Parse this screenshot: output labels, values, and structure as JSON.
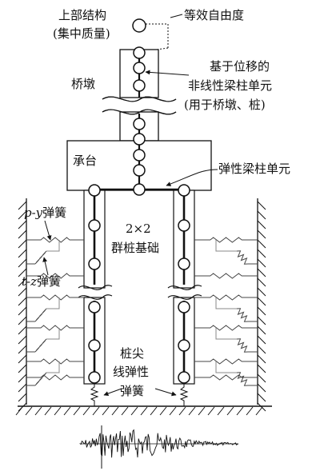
{
  "labels": {
    "superstructure_line1": "上部结构",
    "superstructure_line2": "(集中质量)",
    "equivalent_dof": "等效自由度",
    "pier": "桥墩",
    "nonlinear_line1": "基于位移的",
    "nonlinear_line2": "非线性梁柱单元",
    "nonlinear_line3": "(用于桥墩、桩)",
    "pile_cap": "承台",
    "elastic_beam": "弹性梁柱单元",
    "py_spring_prefix": "p-y",
    "py_spring_suffix": "弹簧",
    "tz_spring_prefix": "t-z",
    "tz_spring_suffix": "弹簧",
    "group_line1": "2×2",
    "group_line2": "群桩基础",
    "tip_line1": "桩尖",
    "tip_line2": "线弹性",
    "tip_line3": "弹簧"
  },
  "colors": {
    "line": "#111111",
    "thin": "#666666"
  }
}
